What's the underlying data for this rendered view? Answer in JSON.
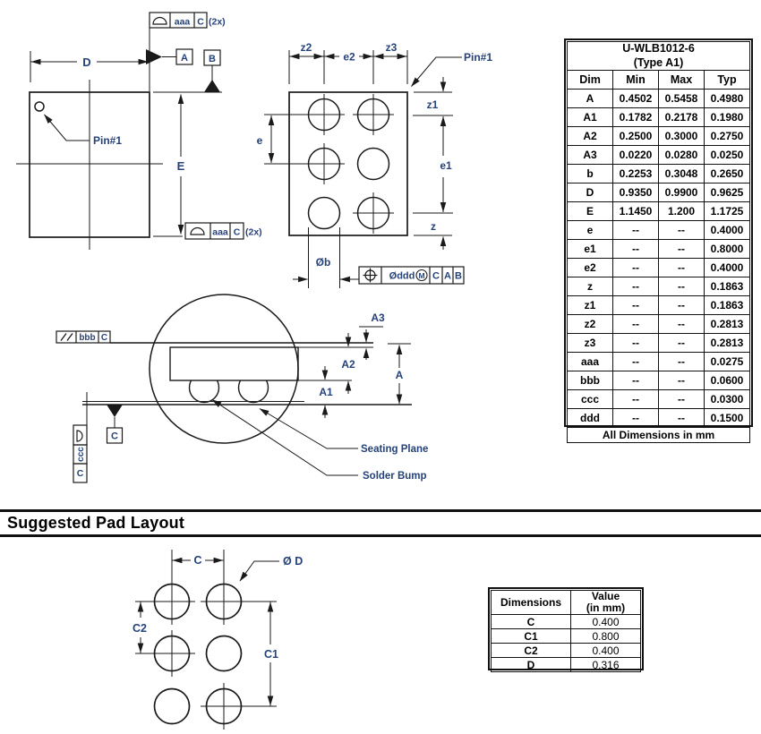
{
  "colors": {
    "line": "#1a1a1a",
    "label": "#26427a",
    "text": "#000000"
  },
  "heading": "Suggested Pad Layout",
  "package_table": {
    "title_line1": "U-WLB1012-6",
    "title_line2": "(Type A1)",
    "headers": [
      "Dim",
      "Min",
      "Max",
      "Typ"
    ],
    "rows": [
      [
        "A",
        "0.4502",
        "0.5458",
        "0.4980"
      ],
      [
        "A1",
        "0.1782",
        "0.2178",
        "0.1980"
      ],
      [
        "A2",
        "0.2500",
        "0.3000",
        "0.2750"
      ],
      [
        "A3",
        "0.0220",
        "0.0280",
        "0.0250"
      ],
      [
        "b",
        "0.2253",
        "0.3048",
        "0.2650"
      ],
      [
        "D",
        "0.9350",
        "0.9900",
        "0.9625"
      ],
      [
        "E",
        "1.1450",
        "1.200",
        "1.1725"
      ],
      [
        "e",
        "--",
        "--",
        "0.4000"
      ],
      [
        "e1",
        "--",
        "--",
        "0.8000"
      ],
      [
        "e2",
        "--",
        "--",
        "0.4000"
      ],
      [
        "z",
        "--",
        "--",
        "0.1863"
      ],
      [
        "z1",
        "--",
        "--",
        "0.1863"
      ],
      [
        "z2",
        "--",
        "--",
        "0.2813"
      ],
      [
        "z3",
        "--",
        "--",
        "0.2813"
      ],
      [
        "aaa",
        "--",
        "--",
        "0.0275"
      ],
      [
        "bbb",
        "--",
        "--",
        "0.0600"
      ],
      [
        "ccc",
        "--",
        "--",
        "0.0300"
      ],
      [
        "ddd",
        "--",
        "--",
        "0.1500"
      ]
    ],
    "footer": "All Dimensions in mm"
  },
  "pad_table": {
    "header_dim": "Dimensions",
    "header_val1": "Value",
    "header_val2": "(in mm)",
    "rows": [
      [
        "C",
        "0.400"
      ],
      [
        "C1",
        "0.800"
      ],
      [
        "C2",
        "0.400"
      ],
      [
        "D",
        "0.316"
      ]
    ]
  },
  "drawing": {
    "top_view": {
      "dim_d": "D",
      "dim_e": "E",
      "pin1": "Pin#1",
      "fcf_top": {
        "tol": "aaa",
        "datum": "C",
        "suffix": "(2x)"
      },
      "fcf_bottom": {
        "tol": "aaa",
        "datum": "C",
        "suffix": "(2x)"
      },
      "datum_a": "A",
      "datum_b": "B"
    },
    "ball_view": {
      "dim_z2": "z2",
      "dim_e2": "e2",
      "dim_z3": "z3",
      "dim_z1": "z1",
      "dim_e1": "e1",
      "dim_z": "z",
      "dim_e": "e",
      "pin1": "Pin#1",
      "dim_ob": "Øb",
      "pos_fcf": {
        "tol": "Øddd",
        "modifier": "M",
        "datums": [
          "C",
          "A",
          "B"
        ]
      }
    },
    "side_view": {
      "dim_a": "A",
      "dim_a1": "A1",
      "dim_a2": "A2",
      "dim_a3": "A3",
      "fcf_parallel": {
        "tol": "bbb",
        "datum": "C"
      },
      "fcf_flatness": {
        "tol": "ccc",
        "datum": "C"
      },
      "datum_c": "C",
      "seating_plane": "Seating Plane",
      "solder_bump": "Solder Bump"
    },
    "pad_layout": {
      "dim_c": "C",
      "dim_c1": "C1",
      "dim_c2": "C2",
      "dim_od": "Ø D"
    }
  }
}
